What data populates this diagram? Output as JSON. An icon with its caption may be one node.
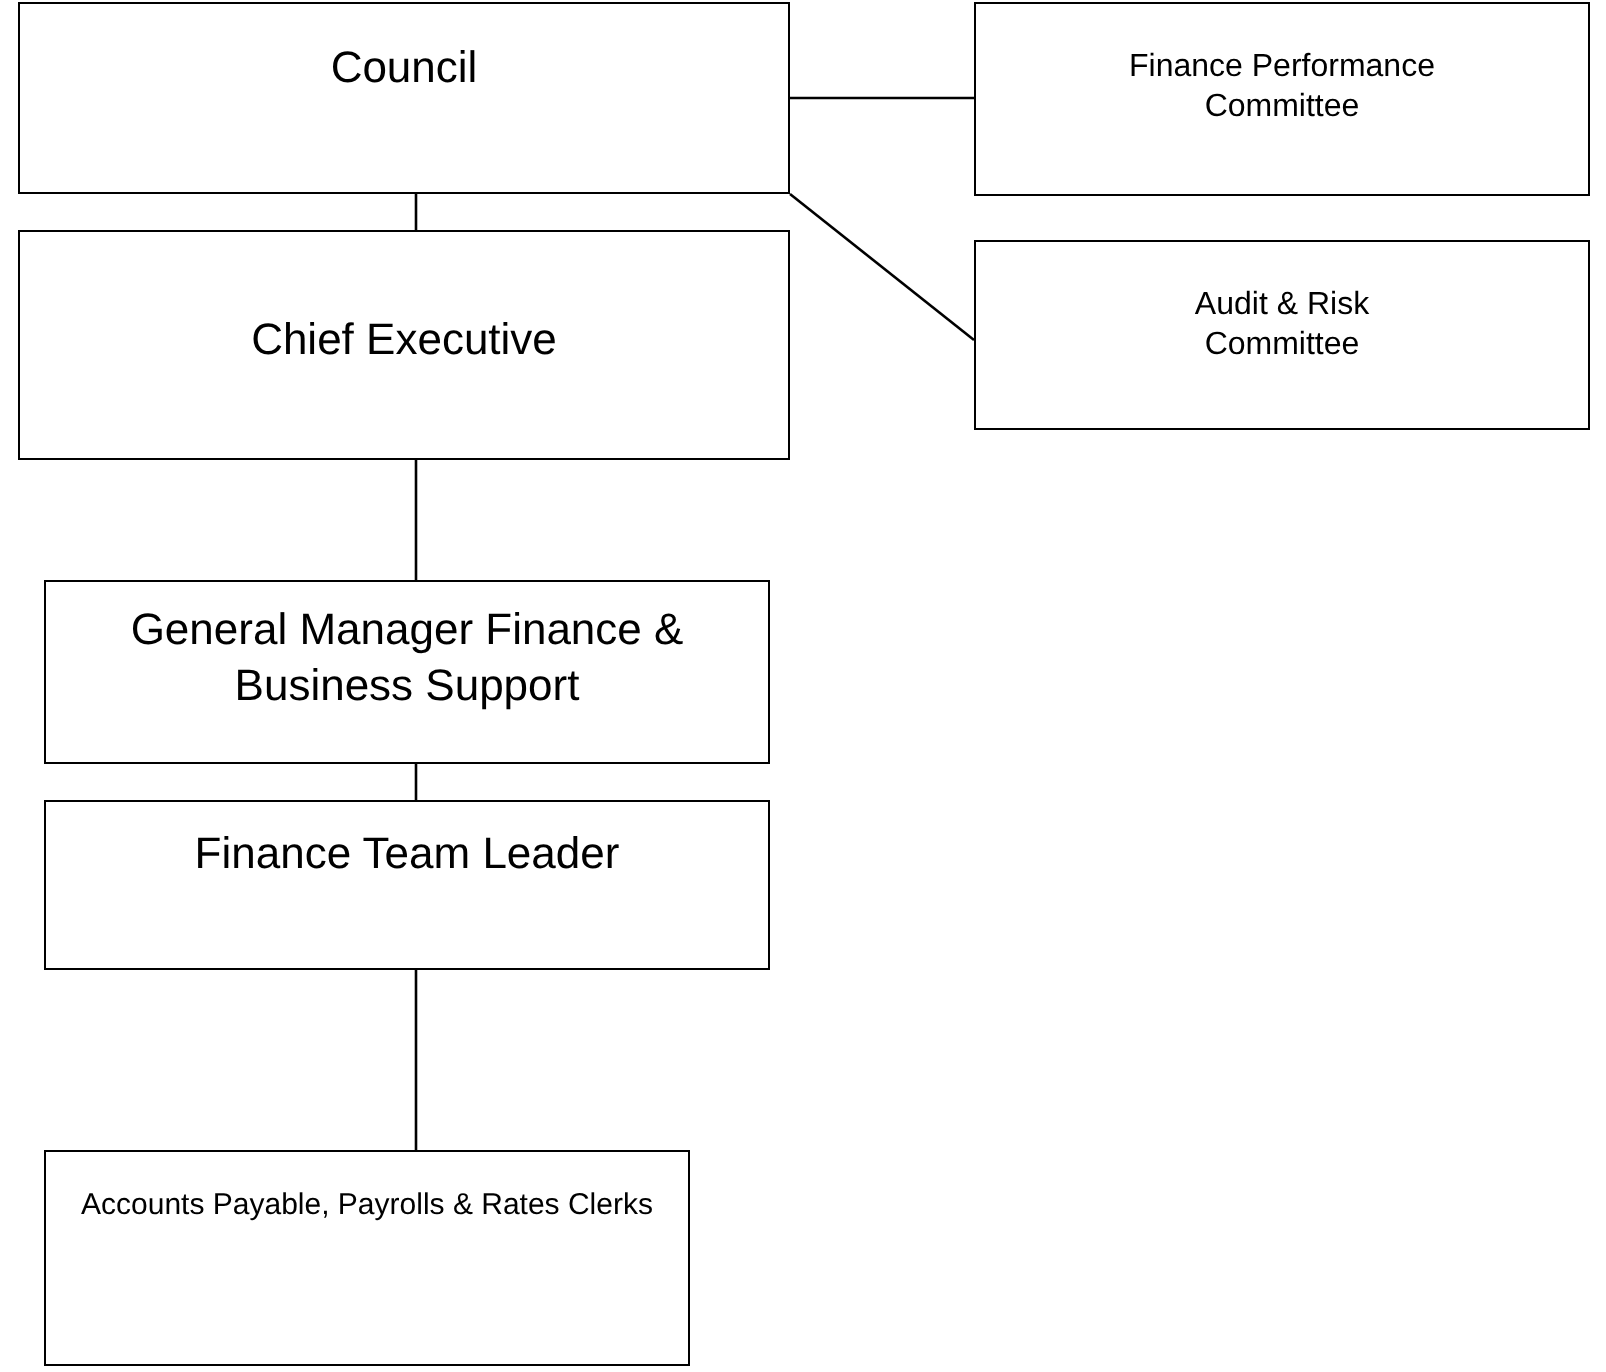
{
  "diagram": {
    "nodes": [
      {
        "text": [
          "Council"
        ]
      },
      {
        "text": [
          "Finance Performance Committee"
        ]
      },
      {
        "text": [
          "Audit & Risk Committee"
        ]
      },
      {
        "text": [
          "Chief Executive"
        ]
      },
      {
        "text": [
          "General Manager Finance & Business Support"
        ]
      },
      {
        "text": [
          "Finance Team Leader"
        ]
      },
      {
        "text": [
          "Accounts Payable, Payrolls & Rates Clerks"
        ]
      }
    ],
    "edges": [
      {
        "from": 0,
        "to": 1,
        "arrow": "none"
      },
      {
        "from": 0,
        "to": 2,
        "arrow": "none"
      },
      {
        "from": 0,
        "to": 3,
        "arrow": "none"
      },
      {
        "from": 3,
        "to": 4,
        "arrow": "none"
      },
      {
        "from": 4,
        "to": 5,
        "arrow": "none"
      },
      {
        "from": 5,
        "to": 6,
        "arrow": "none"
      }
    ]
  }
}
